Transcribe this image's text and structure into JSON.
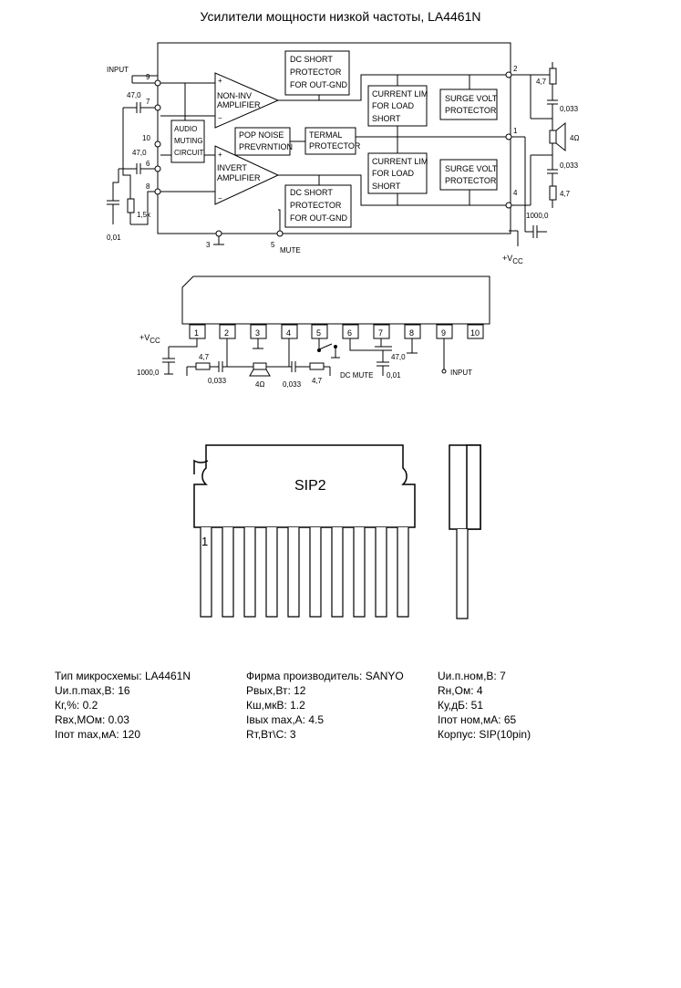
{
  "title": "Усилители мощности низкой частоты, LA4461N",
  "block": {
    "input": "INPUT",
    "pins": [
      "9",
      "7",
      "10",
      "6",
      "8",
      "2",
      "1",
      "4",
      "3",
      "5"
    ],
    "mute": "MUTE",
    "noninv": [
      "NON-INV",
      "AMPLIFIER"
    ],
    "inv": [
      "INVERT",
      "AMPLIFIER"
    ],
    "audio_mute": [
      "AUDIO",
      "MUTING",
      "CIRCUIT"
    ],
    "pop": [
      "POP NOISE",
      "PREVRNTION"
    ],
    "termal": [
      "TERMAL",
      "PROTECTOR"
    ],
    "dc_top": [
      "DC SHORT",
      "PROTECTOR",
      "FOR OUT-GND"
    ],
    "dc_bot": [
      "DC SHORT",
      "PROTECTOR",
      "FOR OUT-GND"
    ],
    "cur_top": [
      "CURRENT LIM",
      "FOR LOAD",
      "SHORT"
    ],
    "cur_bot": [
      "CURRENT LIM",
      "FOR LOAD",
      "SHORT"
    ],
    "surge_top": [
      "SURGE VOLT",
      "PROTECTOR"
    ],
    "surge_bot": [
      "SURGE VOLT",
      "PROTECTOR"
    ],
    "c47a": "47,0",
    "c47b": "47,0",
    "c001": "0,01",
    "r15k": "1,5k",
    "r47a": "4,7",
    "r47b": "4,7",
    "c0033a": "0,033",
    "c0033b": "0,033",
    "ohm": "4Ω",
    "c1000": "1000,0",
    "vcc": "+V",
    "vcc_sub": "CC"
  },
  "pinout": {
    "pins": [
      "1",
      "2",
      "3",
      "4",
      "5",
      "6",
      "7",
      "8",
      "9",
      "10"
    ],
    "vcc": "+V",
    "vcc_sub": "CC",
    "c1000": "1000,0",
    "r47a": "4,7",
    "c0033a": "0,033",
    "ohm": "4Ω",
    "c0033b": "0,033",
    "r47b": "4,7",
    "dcmute": "DC MUTE",
    "c47": "47,0",
    "c001": "0,01",
    "input": "INPUT"
  },
  "package": {
    "name": "SIP2",
    "pin1": "1"
  },
  "specs": {
    "col1": [
      "Тип микросхемы: LA4461N",
      "Uи.п.max,В: 16",
      "Кг,%: 0.2",
      "Rвх,МОм: 0.03",
      "Iпот max,мА: 120"
    ],
    "col2": [
      "Фирма производитель: SANYO",
      "Pвых,Вт: 12",
      "Кш,мкВ: 1.2",
      "Iвых max,A: 4.5",
      "Rт,Вт\\С: 3"
    ],
    "col3": [
      "Uи.п.ном,В: 7",
      "Rн,Ом: 4",
      "Ку,дБ: 51",
      "Iпот ном,мА: 65",
      "Корпус: SIP(10pin)"
    ]
  }
}
